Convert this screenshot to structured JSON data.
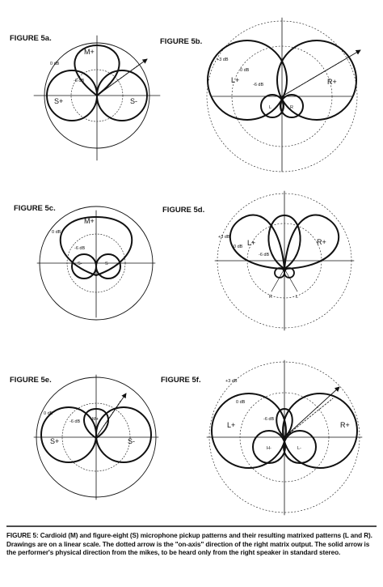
{
  "figures": {
    "a": {
      "title": "FIGURE 5a.",
      "labels": {
        "cardioid": "M+",
        "lobe_left": "S+",
        "lobe_right": "S-"
      },
      "db_labels": {
        "outer": "0 dB",
        "inner": "-6 dB"
      }
    },
    "b": {
      "title": "FIGURE 5b.",
      "labels": {
        "lobe_left": "L+",
        "lobe_right": "R+",
        "small_left": "L",
        "small_right": "R"
      },
      "db_labels": {
        "outer": "+3 dB",
        "mid": "0 dB",
        "inner": "-6 dB"
      }
    },
    "c": {
      "title": "FIGURE 5c.",
      "labels": {
        "cardioid": "M+",
        "small_left": "S-",
        "small_right": "S"
      },
      "db_labels": {
        "outer": "0 dB",
        "inner": "-6 dB"
      }
    },
    "d": {
      "title": "FIGURE 5d.",
      "labels": {
        "lobe_left": "L+",
        "lobe_right": "R+",
        "small_left": "R",
        "small_right": "L"
      },
      "db_labels": {
        "outer": "+3 dB",
        "mid": "0 dB",
        "inner": "-6 dB"
      }
    },
    "e": {
      "title": "FIGURE 5e.",
      "labels": {
        "small_cardioid": "M+",
        "lobe_left": "S+",
        "lobe_right": "S-"
      },
      "db_labels": {
        "outer": "0 dB",
        "inner": "-6 dB"
      }
    },
    "f": {
      "title": "FIGURE 5f.",
      "labels": {
        "lobe_left": "L+",
        "lobe_right": "R+",
        "small_left": "H-",
        "small_right": "L-"
      },
      "db_labels": {
        "outer": "+3 dB",
        "mid": "0 dB",
        "inner": "-6 dB"
      }
    }
  },
  "caption": "FIGURE 5: Cardioid (M) and figure-eight (S) microphone pickup patterns and their resulting matrixed patterns (L and R). Drawings are on a linear scale. The dotted arrow is the \"on-axis\" direction of the right matrix output. The solid arrow is the performer's physical direction from the mikes, to be heard only from the right speaker in standard stereo."
}
